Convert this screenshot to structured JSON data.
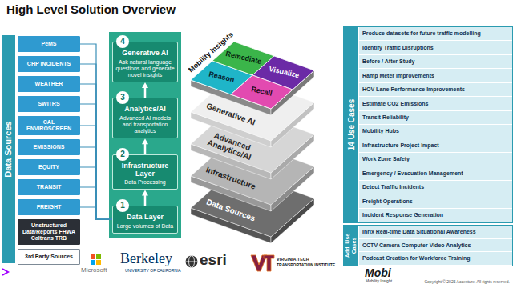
{
  "diagram": {
    "title": "High Level Solution Overview",
    "nodes": [
      {
        "text": [
          "Data Sources"
        ]
      },
      {
        "text": [
          "PeMS"
        ]
      },
      {
        "text": [
          "CHP INCIDENTS"
        ]
      },
      {
        "text": [
          "WEATHER"
        ]
      },
      {
        "text": [
          "SWITRS"
        ]
      },
      {
        "text": [
          "CAL ENVIROSCREEN"
        ]
      },
      {
        "text": [
          "EMISSIONS"
        ]
      },
      {
        "text": [
          "EQUITY"
        ]
      },
      {
        "text": [
          "TRANSIT"
        ]
      },
      {
        "text": [
          "FREIGHT"
        ]
      },
      {
        "text": [
          "Unstructured Data/Reports FHWA Caltrans TRB"
        ]
      },
      {
        "text": [
          "3rd Party Sources"
        ]
      },
      {
        "text": [
          "4",
          "Generative AI",
          "Ask natural language questions and generate novel insights"
        ]
      },
      {
        "text": [
          "3",
          "Analytics/AI",
          "Advanced AI models and transportation analytics"
        ]
      },
      {
        "text": [
          "2",
          "Infrastructure Layer",
          "Data Processing"
        ]
      },
      {
        "text": [
          "1",
          "Data Layer",
          "Large volumes of Data"
        ]
      },
      {
        "text": [
          "Mobility Insights"
        ]
      },
      {
        "text": [
          "Reason"
        ],
        "in": 16
      },
      {
        "text": [
          "Remediate"
        ],
        "in": 16
      },
      {
        "text": [
          "Visualize"
        ],
        "in": 16
      },
      {
        "text": [
          "Recall"
        ],
        "in": 16
      },
      {
        "text": [
          "Generative AI"
        ]
      },
      {
        "text": [
          "Advanced Analytics/AI"
        ]
      },
      {
        "text": [
          "Infrastructure"
        ]
      },
      {
        "text": [
          "Data Sources"
        ]
      },
      {
        "text": [
          "14 Use Cases"
        ]
      },
      {
        "text": [
          "Produce datasets for future traffic modelling"
        ],
        "in": 25
      },
      {
        "text": [
          "Identify Traffic Disruptions"
        ],
        "in": 25
      },
      {
        "text": [
          "Before / After Study"
        ],
        "in": 25
      },
      {
        "text": [
          "Ramp Meter Improvements"
        ],
        "in": 25
      },
      {
        "text": [
          "HOV Lane Performance Improvements"
        ],
        "in": 25
      },
      {
        "text": [
          "Estimate CO2 Emissions"
        ],
        "in": 25
      },
      {
        "text": [
          "Transit Reliability"
        ],
        "in": 25
      },
      {
        "text": [
          "Mobility Hubs"
        ],
        "in": 25
      },
      {
        "text": [
          "Infrastructure Project Impact"
        ],
        "in": 25
      },
      {
        "text": [
          "Work Zone Safety"
        ],
        "in": 25
      },
      {
        "text": [
          "Emergency / Evacuation Management"
        ],
        "in": 25
      },
      {
        "text": [
          "Detect Traffic Incidents"
        ],
        "in": 25
      },
      {
        "text": [
          "Freight Operations"
        ],
        "in": 25
      },
      {
        "text": [
          "Incident Response Generation"
        ],
        "in": 25
      },
      {
        "text": [
          "Add. Use Cases"
        ]
      },
      {
        "text": [
          "Inrix Real-time Data Situational Awareness"
        ],
        "in": 40
      },
      {
        "text": [
          "CCTV Camera Computer Video Analytics"
        ],
        "in": 40
      },
      {
        "text": [
          "Podcast Creation for Workforce Training"
        ],
        "in": 40
      }
    ],
    "edges": [
      {
        "from": 1,
        "to": 15,
        "arrow": "none"
      },
      {
        "from": 2,
        "to": 15,
        "arrow": "none"
      },
      {
        "from": 3,
        "to": 15,
        "arrow": "none"
      },
      {
        "from": 4,
        "to": 15,
        "arrow": "none"
      },
      {
        "from": 5,
        "to": 15,
        "arrow": "none"
      },
      {
        "from": 6,
        "to": 15,
        "arrow": "none"
      },
      {
        "from": 7,
        "to": 15,
        "arrow": "none"
      },
      {
        "from": 8,
        "to": 15,
        "arrow": "none"
      },
      {
        "from": 9,
        "to": 15,
        "arrow": "none"
      },
      {
        "from": 15,
        "to": 14,
        "arrow": "to"
      },
      {
        "from": 14,
        "to": 13,
        "arrow": "to"
      },
      {
        "from": 13,
        "to": 12,
        "arrow": "to"
      }
    ],
    "labels": [
      "Microsoft",
      "Berkeley",
      "UNIVERSITY OF CALIFORNIA",
      "esri",
      "VIRGINIA TECH",
      "TRANSPORTATION INSTITUTE",
      "Mobi",
      "Mobility Insight",
      "Copyright © 2025 Accenture. All rights reserved."
    ]
  }
}
